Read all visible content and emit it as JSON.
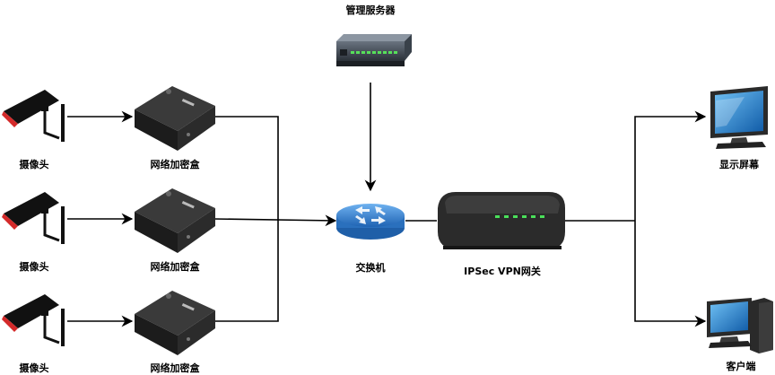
{
  "labels": {
    "server": "管理服务器",
    "camera_1": "摄像头",
    "camera_2": "摄像头",
    "camera_3": "摄像头",
    "encbox_1": "网络加密盒",
    "encbox_2": "网络加密盒",
    "encbox_3": "网络加密盒",
    "switch": "交换机",
    "vpn": "IPSec VPN网关",
    "monitor": "显示屏幕",
    "client": "客户端"
  },
  "icons": {
    "server": "rack-switch-icon",
    "camera": "cctv-camera-icon",
    "encbox": "encryption-box-icon",
    "switch": "network-switch-icon",
    "vpn": "vpn-gateway-icon",
    "monitor": "monitor-icon",
    "client": "desktop-computer-icon"
  },
  "colors": {
    "line": "#000000",
    "switch_blue": "#2f7fd0",
    "camera_red": "#d42a2a",
    "gateway_dark": "#2b2b2b",
    "screen_blue": "#1d74c4"
  }
}
